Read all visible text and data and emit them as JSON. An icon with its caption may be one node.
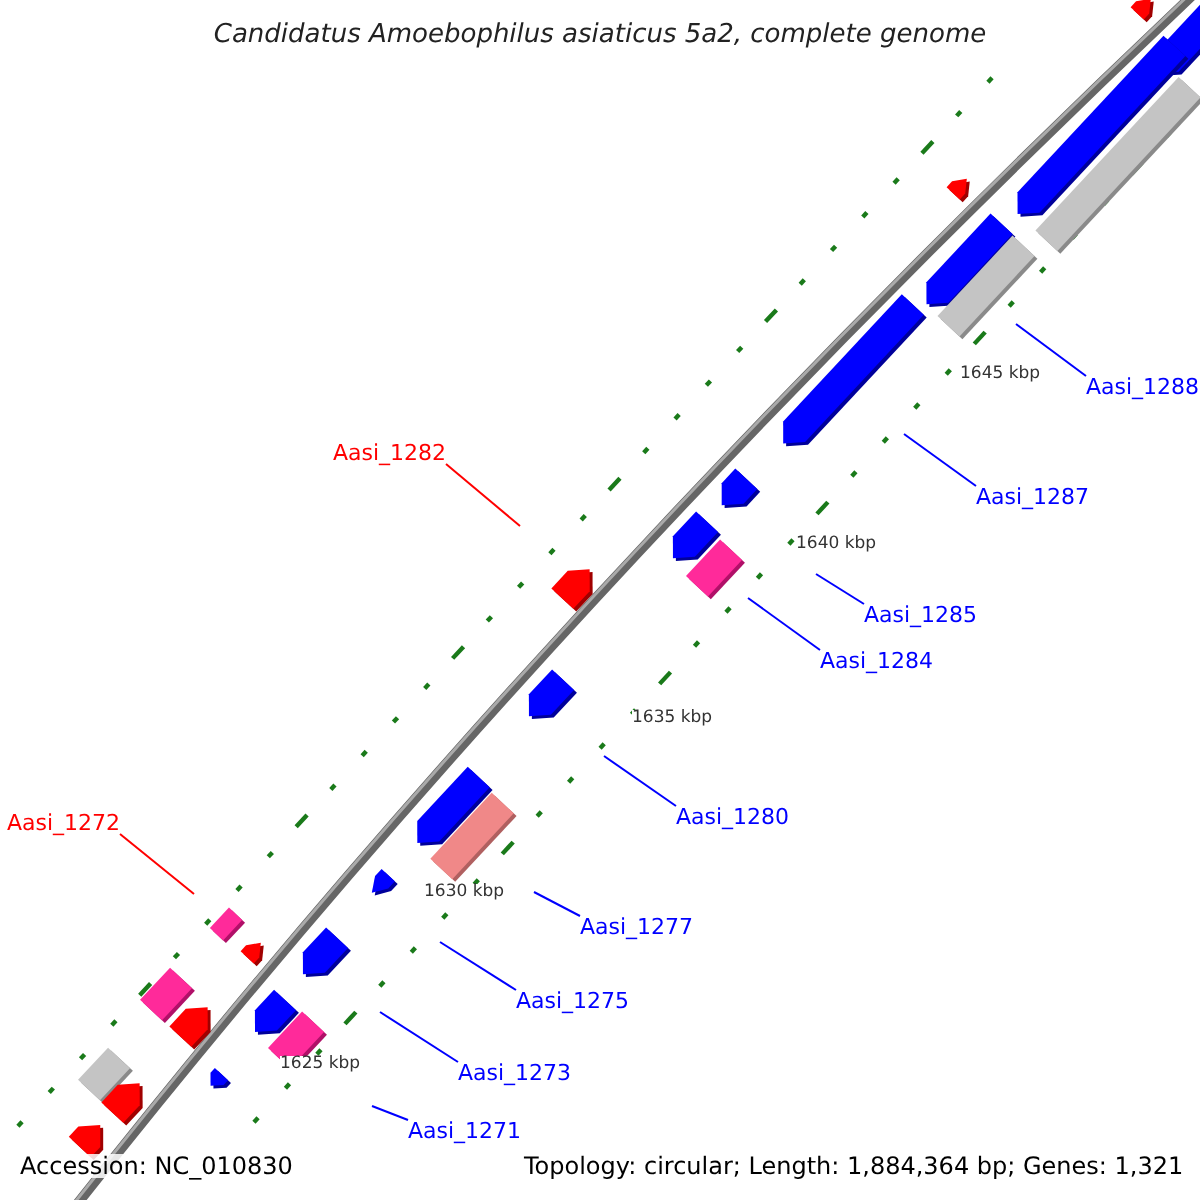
{
  "diagram": {
    "title": "Candidatus Amoebophilus asiaticus 5a2, complete genome",
    "nodes": [
      {
        "text": [
          "Aasi_1288"
        ]
      },
      {
        "text": [
          "Aasi_1282"
        ]
      },
      {
        "text": [
          "Aasi_1287"
        ]
      },
      {
        "text": [
          "Aasi_1285"
        ]
      },
      {
        "text": [
          "Aasi_1284"
        ]
      },
      {
        "text": [
          "Aasi_1280"
        ]
      },
      {
        "text": [
          "Aasi_1272"
        ]
      },
      {
        "text": [
          "Aasi_1277"
        ]
      },
      {
        "text": [
          "Aasi_1275"
        ]
      },
      {
        "text": [
          "Aasi_1273"
        ]
      },
      {
        "text": [
          "Aasi_1271"
        ]
      }
    ],
    "edges": [
      {
        "from": 0,
        "to": null,
        "arrow": "none"
      },
      {
        "from": 1,
        "to": null,
        "arrow": "none",
        "color": "#ff0000"
      },
      {
        "from": 2,
        "to": null,
        "arrow": "none"
      },
      {
        "from": 3,
        "to": null,
        "arrow": "none"
      },
      {
        "from": 4,
        "to": null,
        "arrow": "none"
      },
      {
        "from": 5,
        "to": null,
        "arrow": "none"
      },
      {
        "from": 6,
        "to": null,
        "arrow": "none",
        "color": "#ff0000"
      },
      {
        "from": 7,
        "to": null,
        "arrow": "none"
      },
      {
        "from": 8,
        "to": null,
        "arrow": "none"
      },
      {
        "from": 9,
        "to": null,
        "arrow": "none"
      },
      {
        "from": 10,
        "to": null,
        "arrow": "none"
      }
    ],
    "labels": [
      "1645 kbp",
      "1640 kbp",
      "1635 kbp",
      "1630 kbp",
      "1625 kbp",
      "Accession: NC_010830",
      "Topology: circular; Length: 1,884,364 bp; Genes: 1,321"
    ]
  }
}
